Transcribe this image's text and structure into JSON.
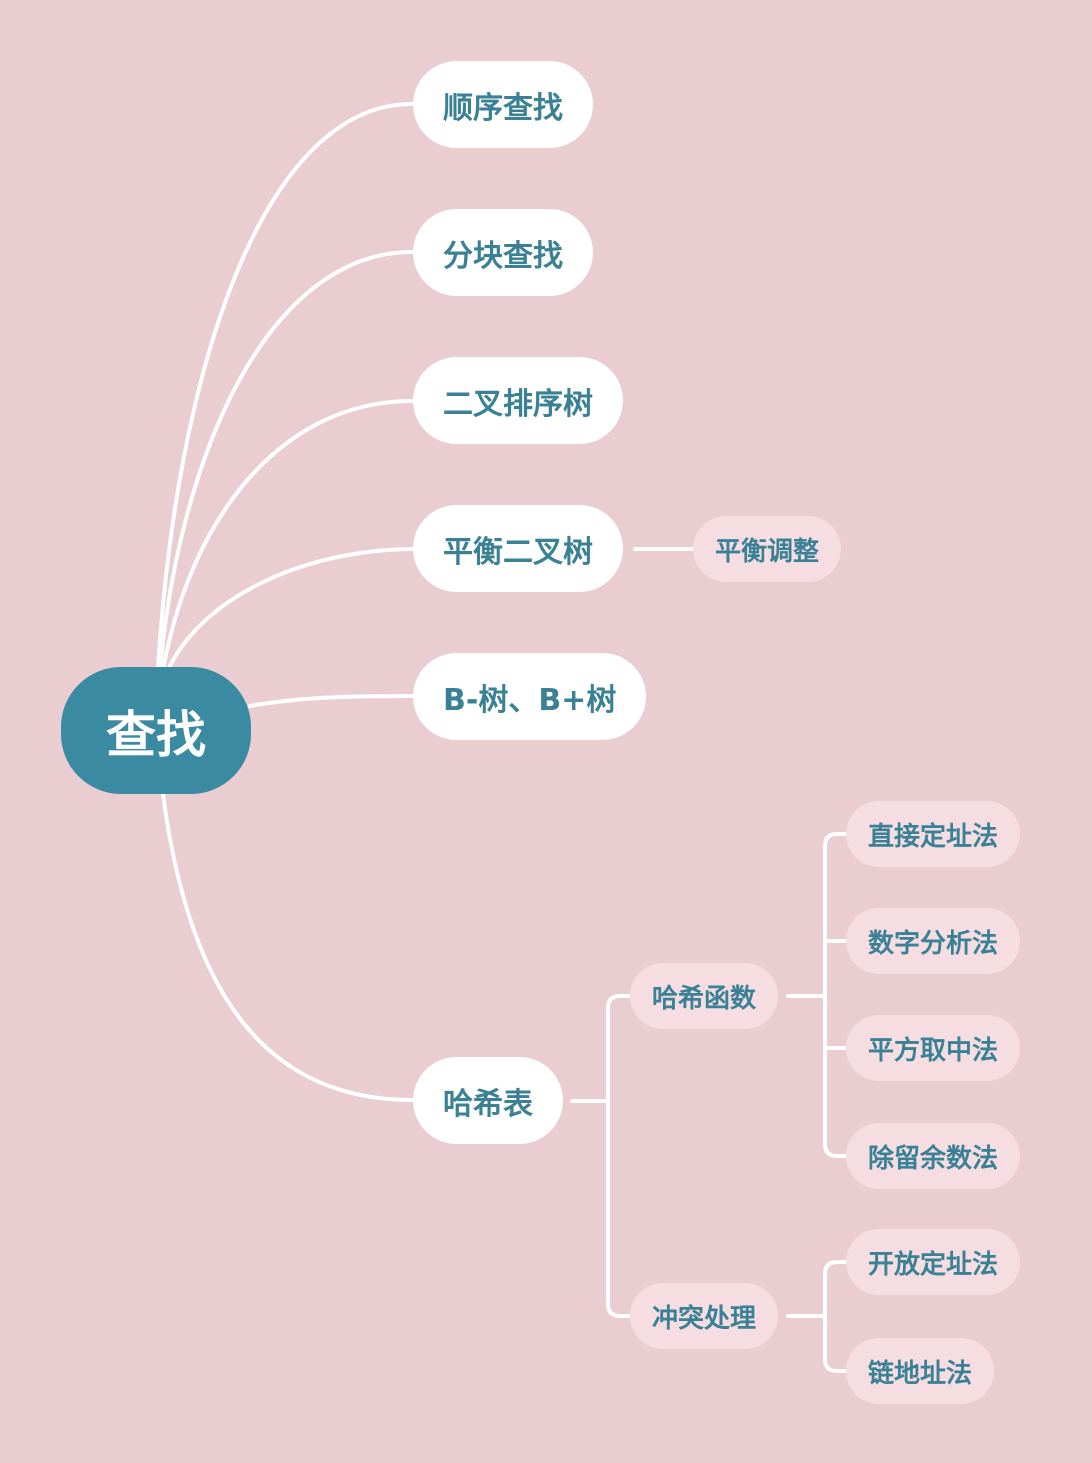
{
  "root": {
    "label": "查找"
  },
  "branches": {
    "sequential": {
      "label": "顺序查找"
    },
    "block": {
      "label": "分块查找"
    },
    "bst": {
      "label": "二叉排序树"
    },
    "avl": {
      "label": "平衡二叉树",
      "children": {
        "balance": "平衡调整"
      }
    },
    "btree": {
      "label": "B-树、B+树"
    },
    "hash": {
      "label": "哈希表",
      "function": {
        "label": "哈希函数",
        "methods": [
          "直接定址法",
          "数字分析法",
          "平方取中法",
          "除留余数法"
        ]
      },
      "collision": {
        "label": "冲突处理",
        "methods": [
          "开放定址法",
          "链地址法"
        ]
      }
    }
  },
  "colors": {
    "background": "#e9cdd1",
    "root_fill": "#3a8ba1",
    "text": "#3a8196",
    "level1_fill": "#ffffff",
    "level2_fill": "#f5dde1",
    "connector": "#ffffff"
  }
}
